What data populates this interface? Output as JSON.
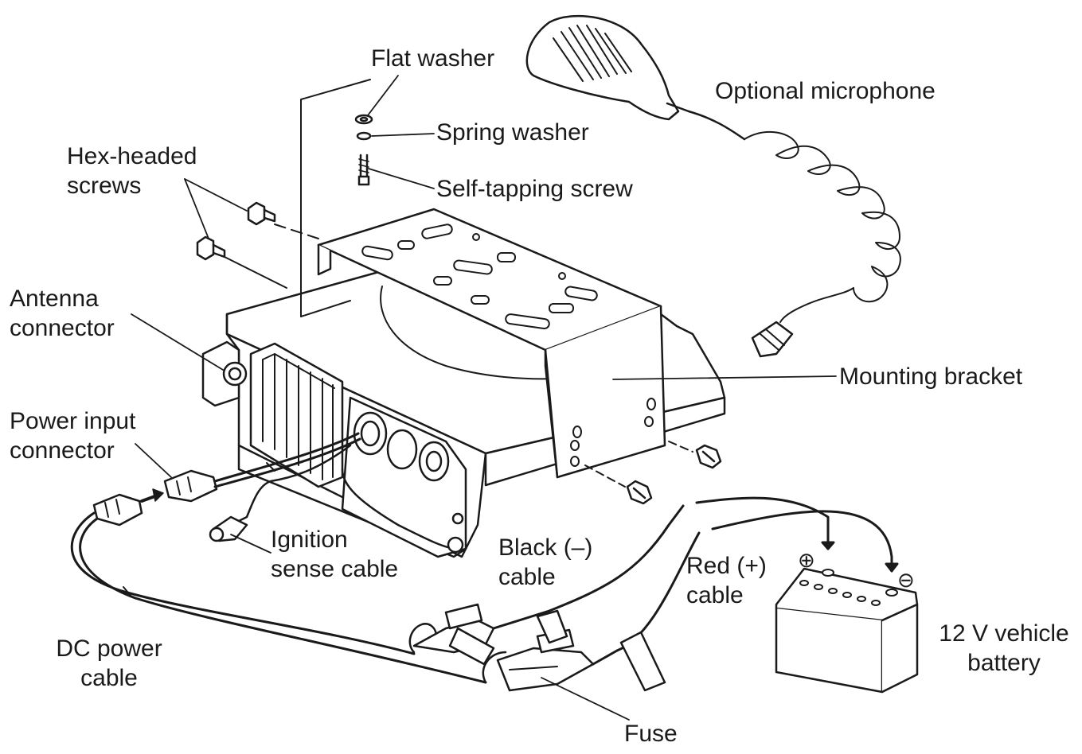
{
  "labels": {
    "flat_washer": "Flat washer",
    "spring_washer": "Spring washer",
    "self_tapping_screw": "Self-tapping screw",
    "optional_microphone": "Optional microphone",
    "hex_headed_screws": [
      "Hex-headed",
      "screws"
    ],
    "antenna_connector": [
      "Antenna",
      "connector"
    ],
    "mounting_bracket": "Mounting bracket",
    "power_input_connector": [
      "Power input",
      "connector"
    ],
    "ignition_sense_cable": [
      "Ignition",
      "sense cable"
    ],
    "black_cable": [
      "Black (–)",
      "cable"
    ],
    "red_cable": [
      "Red (+)",
      "cable"
    ],
    "dc_power_cable": [
      "DC power",
      "cable"
    ],
    "battery": [
      "12 V vehicle",
      "battery"
    ],
    "fuse": "Fuse"
  },
  "symbols": {
    "plus": "⊕",
    "minus": "⊖"
  },
  "colors": {
    "line": "#1a1a1a",
    "background": "#ffffff"
  }
}
